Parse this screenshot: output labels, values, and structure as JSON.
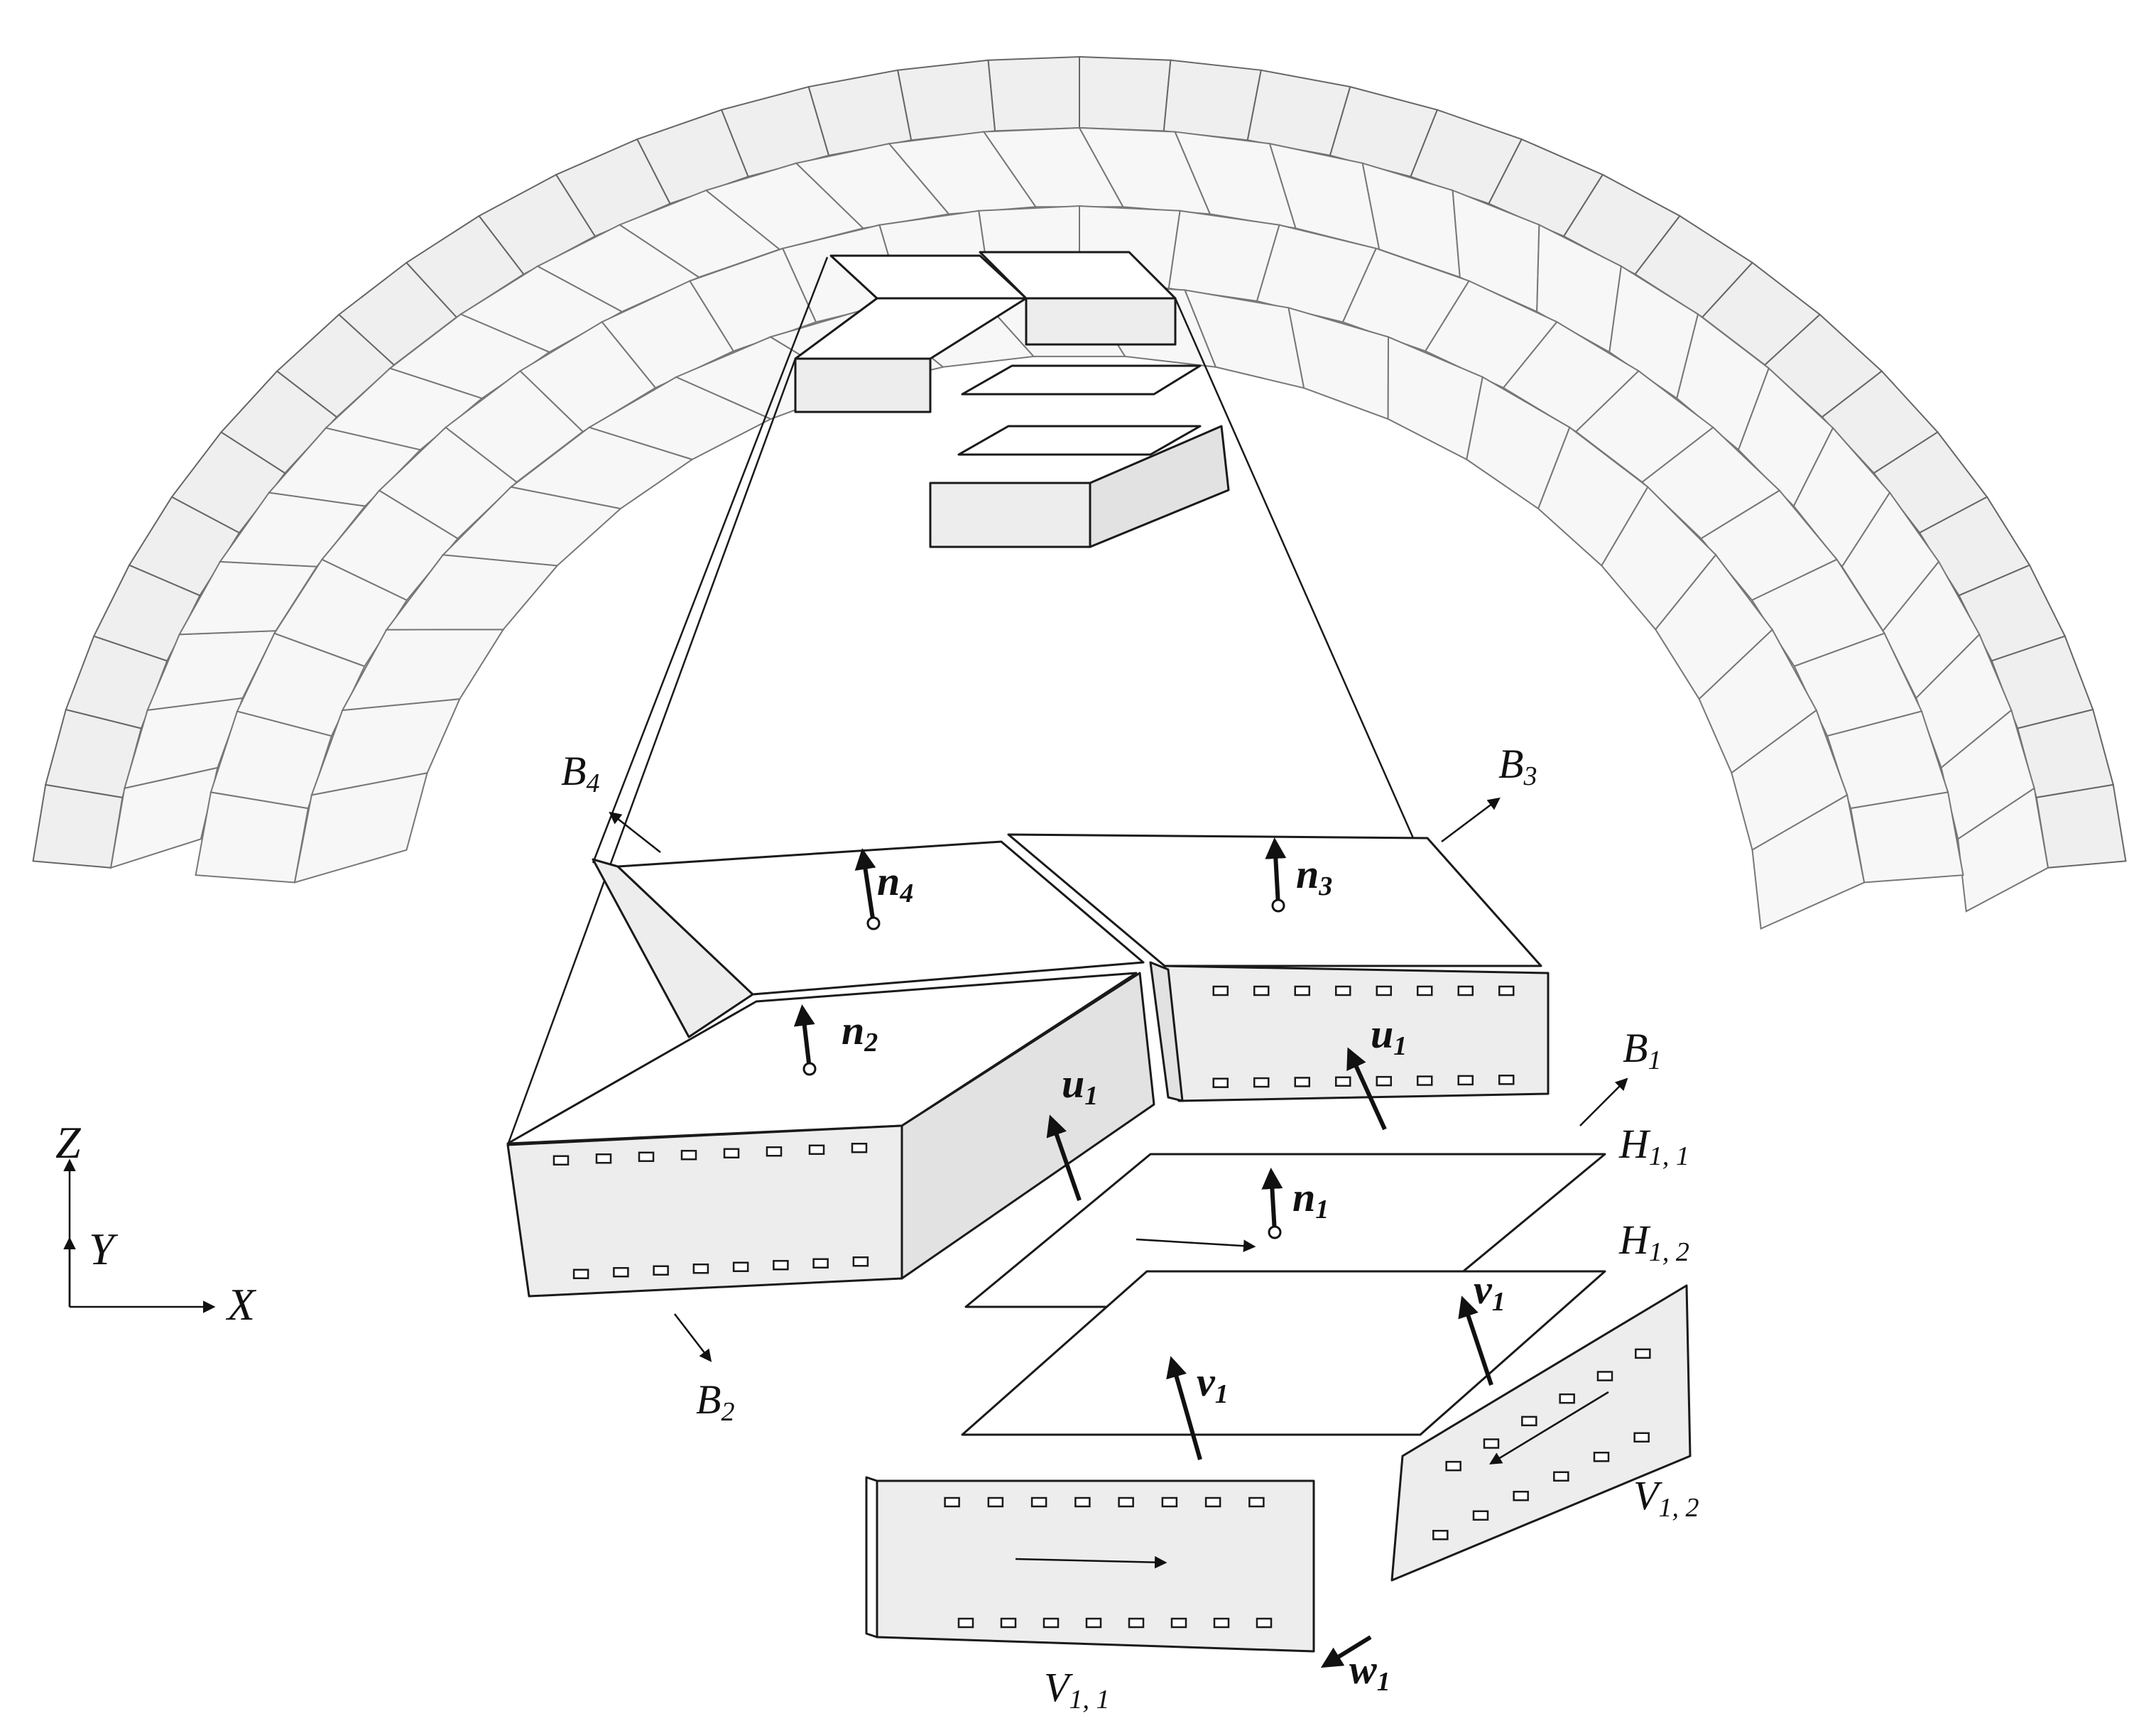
{
  "labels": {
    "b1": "B",
    "b1_sub": "1",
    "b2": "B",
    "b2_sub": "2",
    "b3": "B",
    "b3_sub": "3",
    "b4": "B",
    "b4_sub": "4",
    "n1": "n",
    "n1_sub": "1",
    "n2": "n",
    "n2_sub": "2",
    "n3": "n",
    "n3_sub": "3",
    "n4": "n",
    "n4_sub": "4",
    "u1_left": "u",
    "u1_left_sub": "1",
    "u1_right": "u",
    "u1_right_sub": "1",
    "v1_upper": "v",
    "v1_upper_sub": "1",
    "v1_lower": "v",
    "v1_lower_sub": "1",
    "w1": "w",
    "w1_sub": "1",
    "h11": "H",
    "h11_sub": "1, 1",
    "h12": "H",
    "h12_sub": "1, 2",
    "v11": "V",
    "v11_sub": "1, 1",
    "v12": "V",
    "v12_sub": "1, 2"
  },
  "axes": {
    "z": "Z",
    "y": "Y",
    "x": "X"
  },
  "colors": {
    "line": "#1a1a1a",
    "face_top": "#ffffff",
    "face_side": "#ededed",
    "dome_tile": "#f7f7f7"
  }
}
